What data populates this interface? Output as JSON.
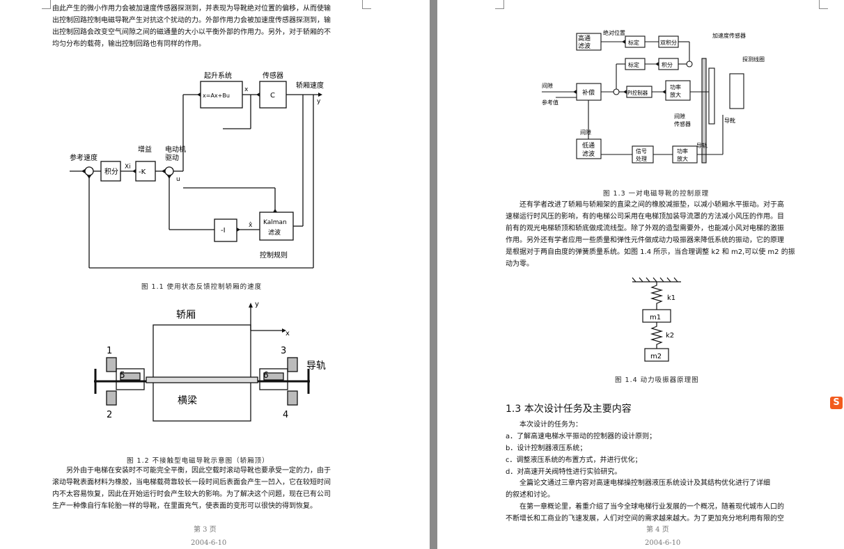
{
  "left_page": {
    "intro_lines": [
      "由此产生的微小作用力会被加速度传感器探测到，并表现为导靴绝对位置的偏移，从而使输",
      "出控制回路控制电磁导靴产生对抗这个扰动的力。外部作用力会被加速度传感器探测到，输",
      "出控制回路会改变空气间隙之间的磁通量的大小以平衡外部的作用力。另外，对于轿厢的不",
      "均匀分布的载荷，输出控制回路也有同样的作用。"
    ],
    "fig1": {
      "labels": {
        "ref_speed": "参考速度",
        "integral": "积分",
        "gain": "增益",
        "gain_block": "-K",
        "motor": "电动机",
        "drive": "驱动",
        "plant": "起升系统",
        "plant_tf": "x=Ax+Bu",
        "sensor": "传感器",
        "sensor_block": "C",
        "car_speed": "轿厢速度",
        "kalman": "Kalman",
        "filter": "滤波",
        "neg_i": "-I",
        "control_law": "控制规则",
        "x": "x",
        "xi": "Xi",
        "u": "u",
        "y": "y",
        "xhat": "x̂"
      },
      "caption": "图 1.1 使用状态反馈控制轿厢的速度"
    },
    "fig2": {
      "labels": {
        "car": "轿厢",
        "beam": "横梁",
        "rail": "导轨",
        "axis_x": "x",
        "axis_y": "y",
        "n1": "1",
        "n2": "2",
        "n3": "3",
        "n4": "4",
        "n5": "5",
        "n6": "6"
      },
      "caption": "图 1.2 不接触型电磁导靴示意图（轿厢顶）"
    },
    "bottom_lines": [
      "另外由于电梯在安装时不可能完全平衡，因此空载时滚动导靴也要承受一定的力，由于",
      "滚动导靴表面材料为橡胶，当电梯载荷靠较长一段时间后表面会产生一凹入，它在较短时间",
      "内不太容易恢复，因此在开始运行时会产生较大的影响。为了解决这个问题，现在已有公司",
      "生产一种像自行车轮胎一样的导靴，在里面充气，使表面的变形可以很快的得到恢复。"
    ],
    "footer_page": "第 3 页",
    "footer_date": "2004-6-10"
  },
  "right_page": {
    "fig3": {
      "labels": {
        "hp_filter": "高通",
        "hp_filter2": "滤波",
        "abs_pos": "绝对位置",
        "calib1": "标定",
        "double_int": "双积分",
        "accel_sensor": "加速度传感器",
        "calib2": "标定",
        "integral": "积分",
        "prox_coil": "探测线圈",
        "ref": "参考值",
        "gap": "间隙",
        "comp": "补偿",
        "pi": "PI控制器",
        "amp1": "功率",
        "amp1b": "放大",
        "gap_sensor": "间隙",
        "gap_sensor2": "传感器",
        "guide": "导靴",
        "rail": "导轨",
        "gap2": "间隙",
        "lp": "低通",
        "lp2": "滤波",
        "sig": "信号",
        "sig2": "处理",
        "amp2": "功率",
        "amp2b": "放大"
      },
      "caption": "图 1.3 一对电磁导靴的控制原理"
    },
    "mid_lines": [
      "还有学者改进了轿厢与轿厢架的直梁之间的橡胶减振垫，以减小轿厢水平振动。对于高",
      "速梯运行时风压的影响，有的电梯公司采用在电梯顶加装导流罩的方法减小风压的作用。目",
      "前有的观光电梯轿顶和轿底做成流线型。除了外观的造型需要外，也能减小风对电梯的激振",
      "作用。另外还有学者应用一些质量和弹性元件做成动力吸振器来降低系统的振动，它的原理",
      "是根据对于两自由度的弹簧质量系统。如图 1.4 所示，当合理调整 k2 和 m2,可以使 m2 的振",
      "动为零。"
    ],
    "fig4": {
      "labels": {
        "k1": "k1",
        "m1": "m1",
        "k2": "k2",
        "m2": "m2"
      },
      "caption": "图 1.4 动力吸振器原理图"
    },
    "section_heading": "1.3 本次设计任务及主要内容",
    "task_intro": "本次设计的任务为：",
    "tasks": [
      "a．了解高速电梯水平振动的控制器的设计原则；",
      "b．设计控制器液压系统；",
      "c．调整液压系统的布置方式，并进行优化；",
      "d．对高速开关阀特性进行实验研究。"
    ],
    "summary_lines": [
      "全篇论文通过三章内容对高速电梯操控制器液压系统设计及其结构优化进行了详细",
      "的叙述和讨论。",
      "在第一章概论里，着重介绍了当今全球电梯行业发展的一个概况，随着现代城市人口的",
      "不断增长和工商业的飞速发展，人们对空间的需求越来越大。为了更加充分地利用有限的空"
    ],
    "footer_page": "第 4 页",
    "footer_date": "2004-6-10",
    "sogou_icon": "S"
  }
}
